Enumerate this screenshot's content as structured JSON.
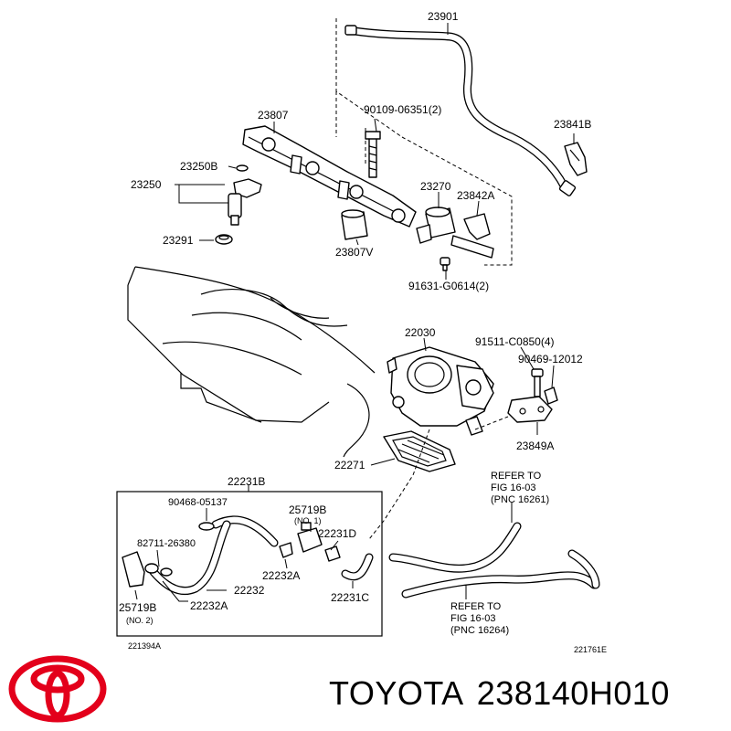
{
  "labels": {
    "p23901": "23901",
    "p23807": "23807",
    "p90109": "90109-06351(2)",
    "p23841b": "23841B",
    "p23250b": "23250B",
    "p23250": "23250",
    "p23270": "23270",
    "p23842a": "23842A",
    "p23291": "23291",
    "p23807v": "23807V",
    "p91631": "91631-G0614(2)",
    "p22030": "22030",
    "p91511": "91511-C0850(4)",
    "p90469": "90469-12012",
    "p23849a": "23849A",
    "p22271": "22271",
    "p22231b": "22231B",
    "p90468": "90468-05137",
    "p25719b_top": "25719B",
    "no1": "(NO. 1)",
    "p82711": "82711-26380",
    "p22231d": "22231D",
    "p22232a_mid": "22232A",
    "p22232": "22232",
    "p25719b_bot": "25719B",
    "no2": "(NO. 2)",
    "p22232a_bot": "22232A",
    "p22231c": "22231C",
    "ref1_line1": "REFER TO",
    "ref1_line2": "FIG 16-03",
    "ref1_line3": "(PNC 16261)",
    "ref2_line1": "REFER TO",
    "ref2_line2": "FIG 16-03",
    "ref2_line3": "(PNC 16264)",
    "code_left": "221394A",
    "code_right": "221761E"
  },
  "footer": {
    "brand": "TOYOTA",
    "part_number": "238140H010",
    "logo_icon": "toyota-logo-icon",
    "logo_color": "#e3001b"
  }
}
